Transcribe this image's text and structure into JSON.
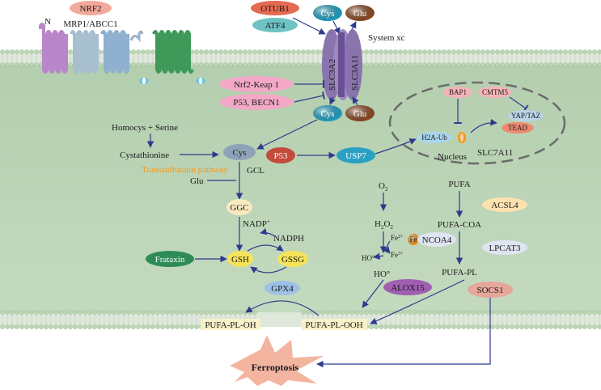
{
  "colors": {
    "cell_interior": "#b8d1b3",
    "membrane_head": "#bcd7b4",
    "membrane_tail": "#dfe8db",
    "arrow": "#2e3a8c",
    "orange_text": "#f39a1e",
    "burst": "#f3b4a0"
  },
  "labels": {
    "nrf2": "NRF2",
    "mrp1": "MRP1/ABCC1",
    "n_term": "N",
    "otub1": "OTUB1",
    "atf4": "ATF4",
    "cys_top": "Cys",
    "glu_top": "Glu",
    "system_xc": "System xc",
    "slc3a2": "SLC3A2",
    "slc7a11_transporter": "SLC3A11",
    "nrf2_keap1": "Nrf2-Keap 1",
    "p53_becn1": "P53, BECN1",
    "cys_in": "Cys",
    "glu_in": "Glu",
    "bap1": "BAP1",
    "cmtm5": "CMTM5",
    "yap_taz": "YAP/TAZ",
    "tead": "TEAD",
    "h2a_ub": "H2A-Ub",
    "slc7a11_gene": "SLC7A11",
    "nucleus": "Nucleus",
    "homocys": "Homocys + Serine",
    "cystathionine": "Cystathionine",
    "cys_mid": "Cys",
    "transsulfuratin": "Transsulfuratin pathway",
    "gcl": "GCL",
    "glu_mid": "Glu",
    "p53": "P53",
    "usp7": "USP7",
    "ggc": "GGC",
    "nadp": "NADP",
    "nadp_sup": "+",
    "nadph": "NADPH",
    "frataxin": "Frataxin",
    "gsh": "GSH",
    "gssg": "GSSG",
    "gpx4": "GPX4",
    "o2": "O",
    "o2_sub": "2",
    "h2o2_a": "H",
    "h2o2_sub1": "2",
    "h2o2_b": "O",
    "h2o2_sub2": "2",
    "fe2": "Fe",
    "fe2_sup": "2+",
    "fe3": "Fe",
    "fe3_sup": "3+",
    "ho_small": "HO°",
    "ho": "HO°",
    "ncoa4": "NCOA4",
    "fe_ball": "Fe",
    "alox15": "ALOX15",
    "pufa": "PUFA",
    "acsl4": "ACSL4",
    "pufa_coa": "PUFA-COA",
    "lpcat3": "LPCAT3",
    "pufa_pl": "PUFA-PL",
    "socs1": "SOCS1",
    "pufa_pl_oh": "PUFA-PL-OH",
    "pufa_pl_ooh": "PUFA-PL-OOH",
    "ferroptosis": "Ferroptosis"
  }
}
